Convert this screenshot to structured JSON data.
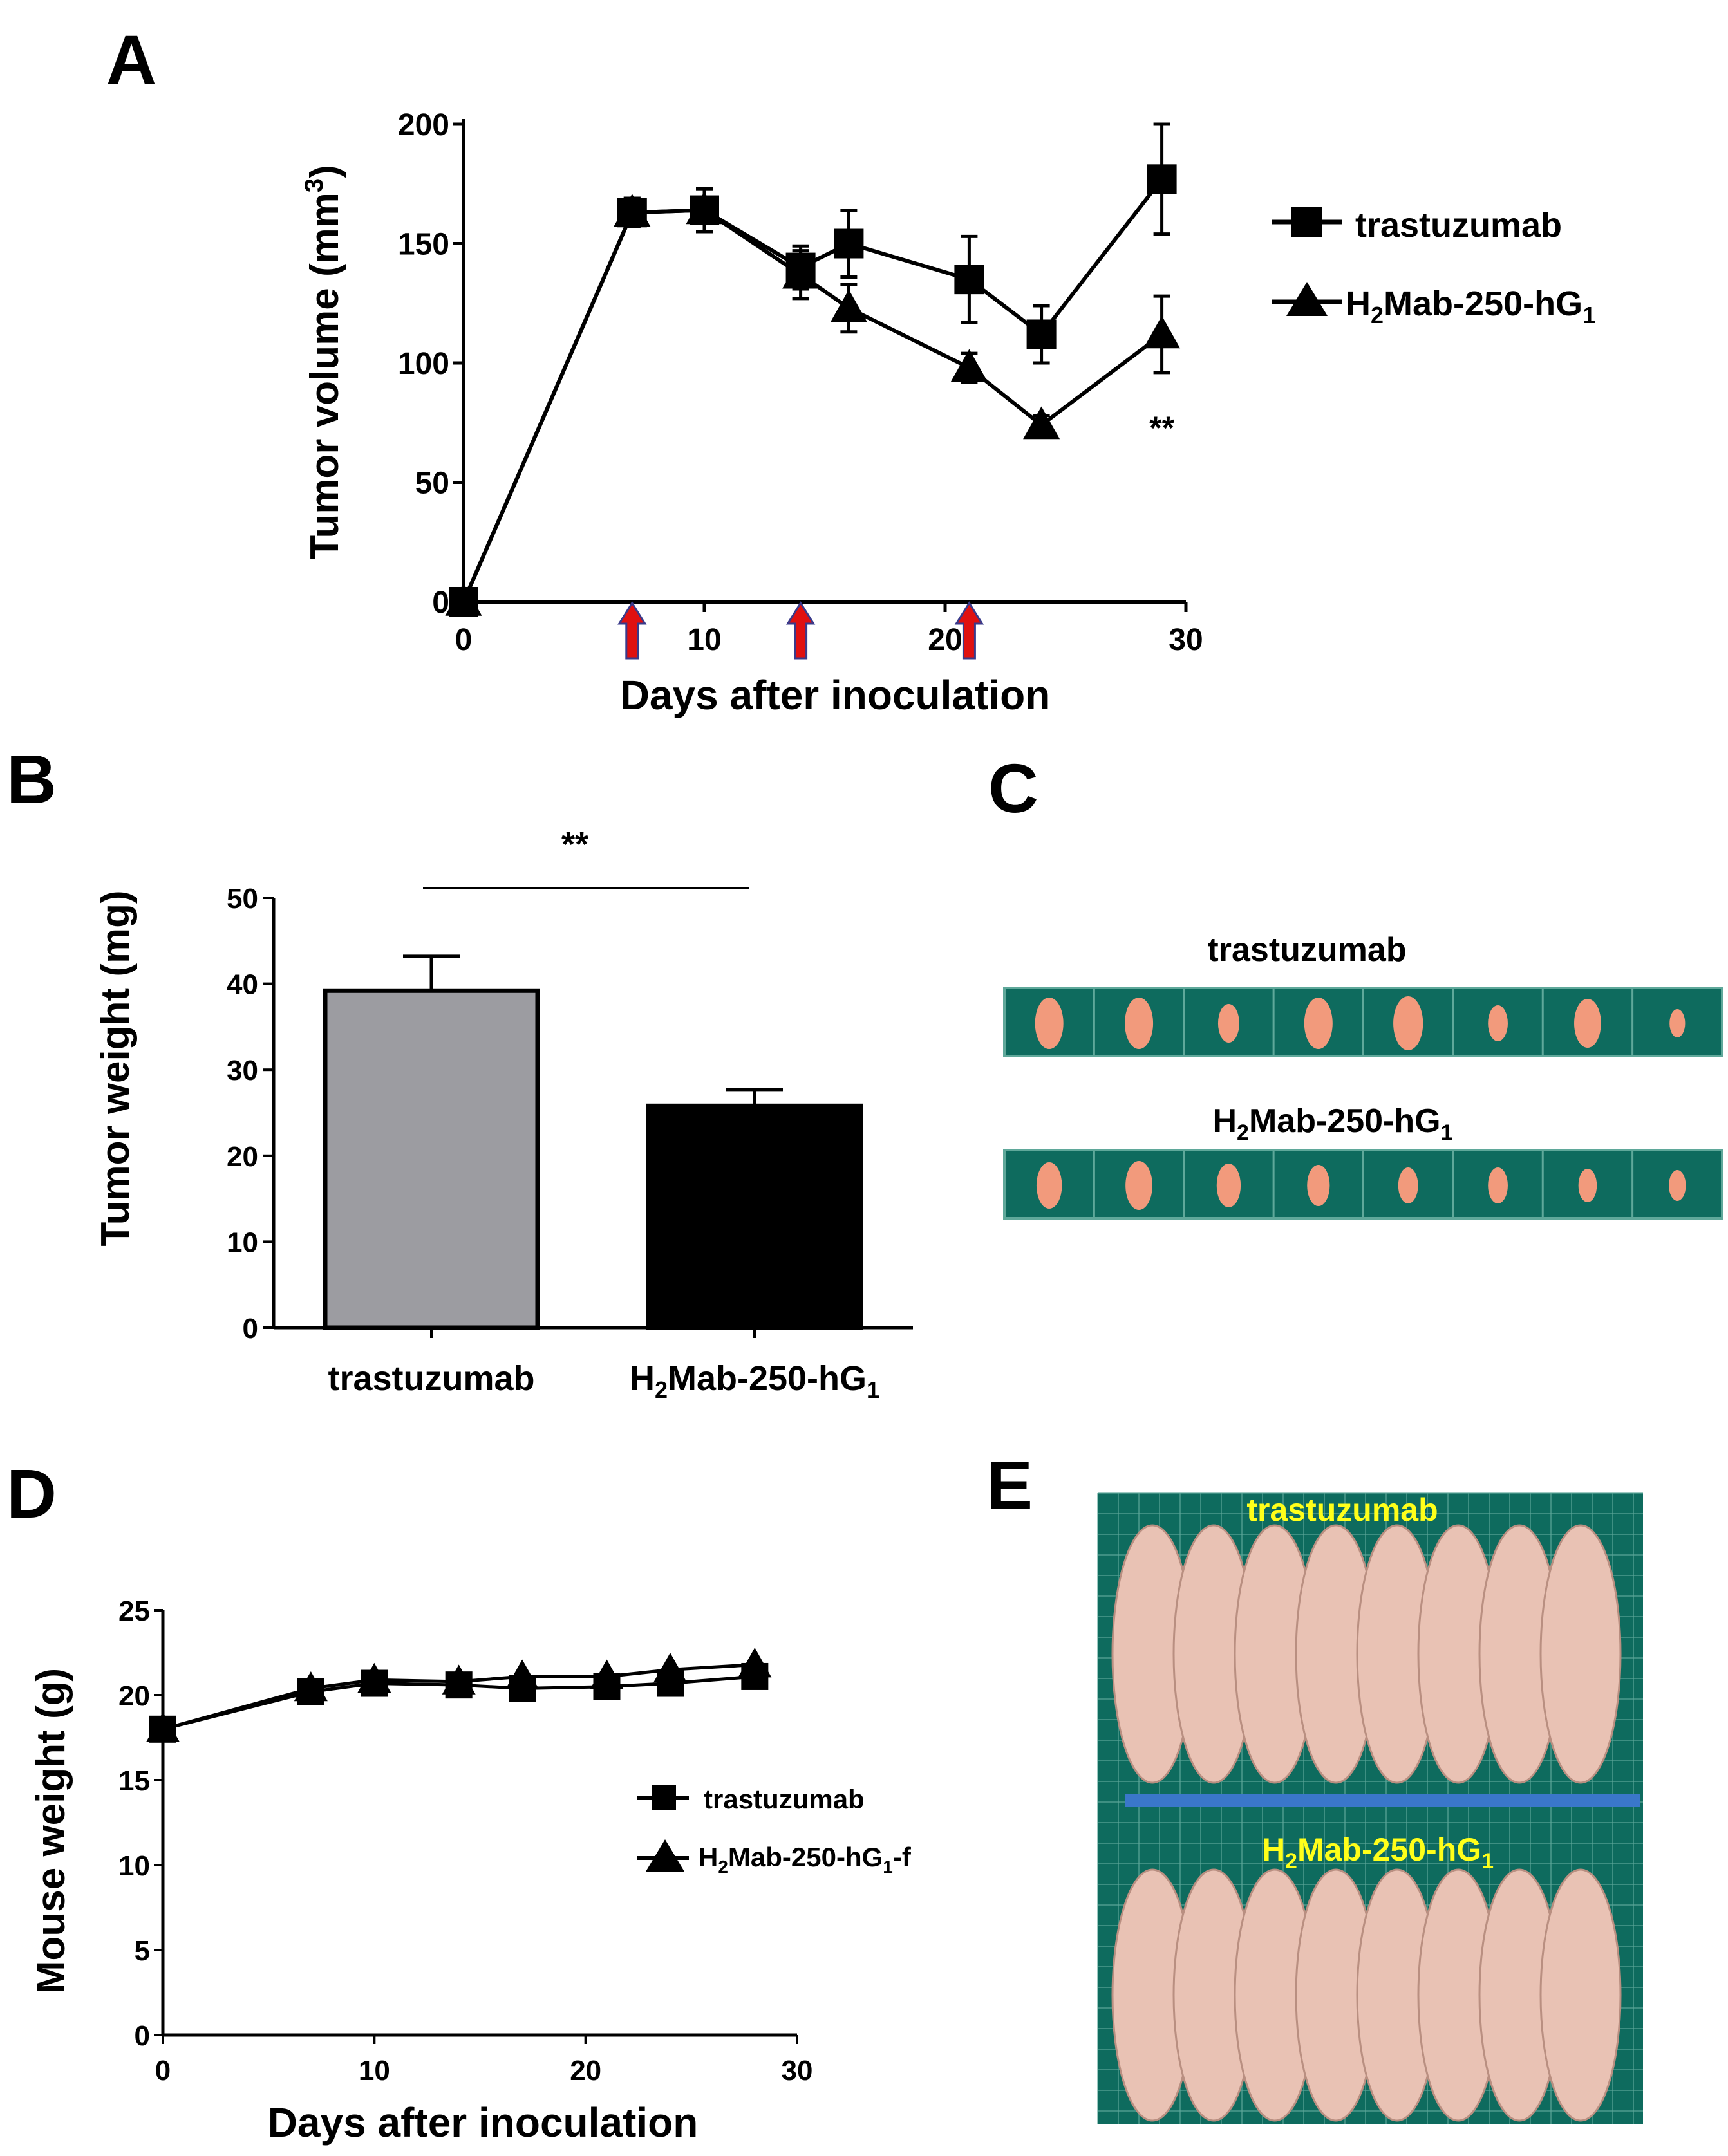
{
  "panels": {
    "A": "A",
    "B": "B",
    "C": "C",
    "D": "D",
    "E": "E"
  },
  "chart_data": [
    {
      "id": "A",
      "type": "line",
      "xlabel": "Days after inoculation",
      "ylabel_parts": [
        "Tumor volume (mm",
        "3",
        ")"
      ],
      "xlim": [
        0,
        30
      ],
      "ylim": [
        0,
        200
      ],
      "xticks": [
        0,
        10,
        20,
        30
      ],
      "yticks": [
        0,
        50,
        100,
        150,
        200
      ],
      "injection_days": [
        7,
        14,
        21
      ],
      "series": [
        {
          "name": "trastuzumab",
          "marker": "square",
          "x": [
            0,
            7,
            10,
            14,
            16,
            21,
            24,
            29
          ],
          "y": [
            0,
            163,
            164,
            140,
            150,
            135,
            112,
            177
          ],
          "err": [
            0,
            6,
            9,
            9,
            14,
            18,
            12,
            23
          ]
        },
        {
          "name": "H2Mab-250-hG1",
          "marker": "triangle",
          "x": [
            0,
            7,
            10,
            14,
            16,
            21,
            24,
            29
          ],
          "y": [
            0,
            163,
            164,
            137,
            123,
            98,
            74,
            112
          ],
          "err": [
            0,
            6,
            9,
            10,
            10,
            6,
            4,
            16
          ]
        }
      ],
      "legend": [
        {
          "parts": [
            "trastuzumab"
          ]
        },
        {
          "parts": [
            "H",
            "2",
            "Mab-250-hG",
            "1"
          ]
        }
      ],
      "annotation": "**",
      "annotation_x": 29,
      "annotation_y": 73
    },
    {
      "id": "B",
      "type": "bar",
      "ylabel": "Tumor weight (mg)",
      "ylim": [
        0,
        50
      ],
      "yticks": [
        0,
        10,
        20,
        30,
        40,
        50
      ],
      "categories": [
        "trastuzumab",
        "H2Mab-250-hG1"
      ],
      "category_parts": [
        [
          "trastuzumab"
        ],
        [
          "H",
          "2",
          "Mab-250-hG",
          "1"
        ]
      ],
      "values": [
        39.2,
        25.8
      ],
      "err": [
        4.0,
        1.9
      ],
      "colors": [
        "#9c9ca1",
        "#000000"
      ],
      "significance": "**"
    },
    {
      "id": "D",
      "type": "line",
      "xlabel": "Days after inoculation",
      "ylabel": "Mouse weight (g)",
      "xlim": [
        0,
        30
      ],
      "ylim": [
        0,
        25
      ],
      "xticks": [
        0,
        10,
        20,
        30
      ],
      "yticks": [
        0,
        5,
        10,
        15,
        20,
        25
      ],
      "series": [
        {
          "name": "trastuzumab",
          "marker": "square",
          "x": [
            0,
            7,
            10,
            14,
            17,
            21,
            24,
            28
          ],
          "y": [
            18.0,
            20.2,
            20.7,
            20.6,
            20.4,
            20.5,
            20.7,
            21.1
          ]
        },
        {
          "name": "H2Mab-250-hG1-f",
          "marker": "triangle",
          "x": [
            0,
            7,
            10,
            14,
            17,
            21,
            24,
            28
          ],
          "y": [
            18.0,
            20.4,
            20.9,
            20.8,
            21.1,
            21.1,
            21.5,
            21.8
          ]
        }
      ],
      "legend": [
        {
          "parts": [
            "trastuzumab"
          ]
        },
        {
          "parts": [
            "H",
            "2",
            "Mab-250-hG",
            "1",
            "-f"
          ]
        }
      ]
    }
  ],
  "photoC": {
    "top_label": "trastuzumab",
    "bottom_label_parts": [
      "H",
      "2",
      "Mab-250-hG",
      "1"
    ],
    "tumors_per_row": 8
  },
  "photoE": {
    "top_label": "trastuzumab",
    "bottom_label_parts": [
      "H",
      "2",
      "Mab-250-hG",
      "1"
    ],
    "mice_per_group": 8,
    "label_color": "#ffff1a"
  },
  "colors": {
    "arrow": "#e01010",
    "bar_gray": "#9c9ca1",
    "mat_green": "#0e6b5e",
    "grid_line": "#5fa89a",
    "tumor": "#f29a7c",
    "mouse": "#e9c2b4"
  }
}
